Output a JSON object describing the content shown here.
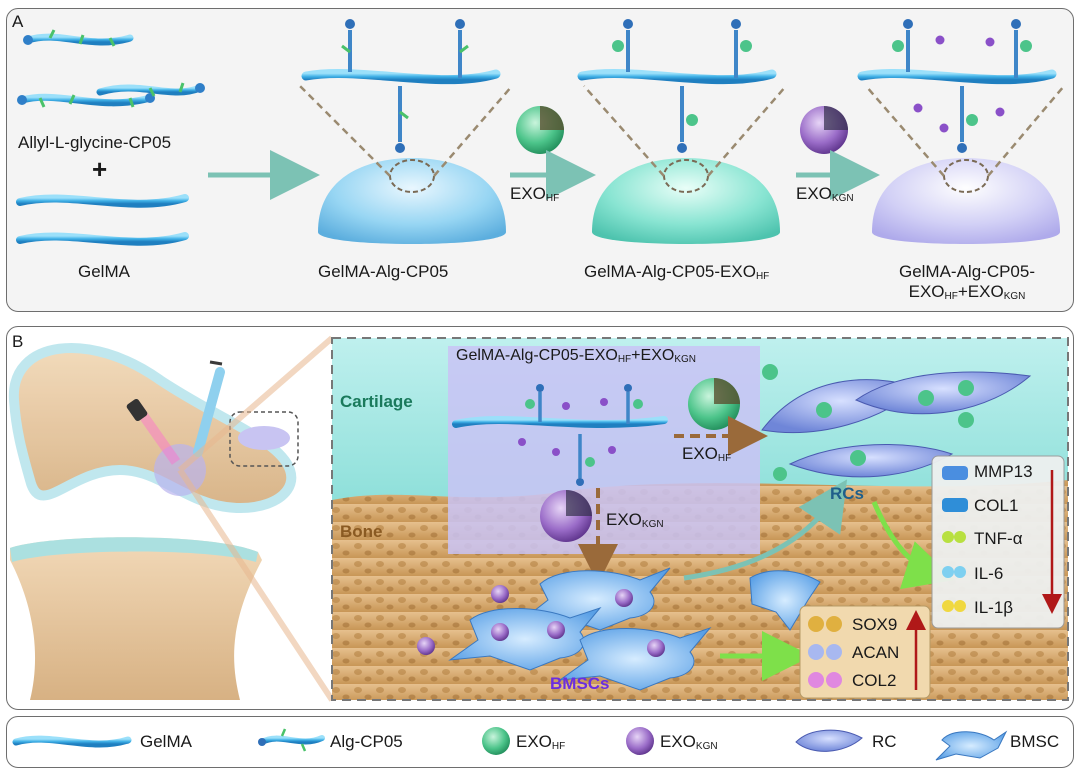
{
  "panel_a": {
    "label": "A",
    "inputs": [
      "Allyl-L-glycine-CP05",
      "+",
      "GelMA"
    ],
    "products": [
      "GelMA-Alg-CP05",
      "GelMA-Alg-CP05-EXO",
      "HF",
      "GelMA-Alg-CP05-",
      "EXO",
      "HF",
      "+EXO",
      "KGN"
    ],
    "arrow_labels": [
      {
        "main": "EXO",
        "sub": "HF"
      },
      {
        "main": "EXO",
        "sub": "KGN"
      }
    ]
  },
  "panel_b": {
    "label": "B",
    "hydrogel_title": {
      "a": "GelMA-Alg-CP05-EXO",
      "b": "HF",
      "c": "+EXO",
      "d": "KGN"
    },
    "tissue_labels": [
      "Cartilage",
      "Bone"
    ],
    "arrow_labels": [
      {
        "main": "EXO",
        "sub": "HF"
      },
      {
        "main": "EXO",
        "sub": "KGN"
      }
    ],
    "cell_labels": [
      "RCs",
      "BMSCs"
    ],
    "downregulated_markers": [
      "MMP13",
      "COL1",
      "TNF-α",
      "IL-6",
      "IL-1β"
    ],
    "upregulated_markers": [
      "SOX9",
      "ACAN",
      "COL2"
    ]
  },
  "legend": [
    {
      "label": "GelMA",
      "sub": ""
    },
    {
      "label": "Alg-CP05",
      "sub": ""
    },
    {
      "label": "EXO",
      "sub": "HF"
    },
    {
      "label": "EXO",
      "sub": "KGN"
    },
    {
      "label": "RC",
      "sub": ""
    },
    {
      "label": "BMSC",
      "sub": ""
    }
  ],
  "colors": {
    "gelma_blue": "#4fb4e0",
    "cartilage_teal": "#1a7a5c",
    "bone_brown": "#8a5a22",
    "hydrogel_purple": "#b9b4ee",
    "exo_hf_green": "#4cc48a",
    "exo_kgn_purple": "#8a60b8",
    "bmsc_label": "#6a2ee0",
    "up_arrow": "#b01818",
    "down_arrow": "#b01818"
  }
}
